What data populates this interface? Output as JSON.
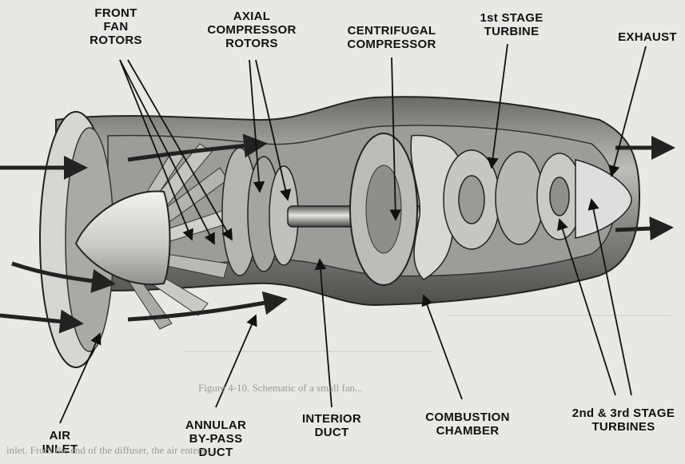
{
  "labels": {
    "front_fan_rotors": "FRONT\nFAN\nROTORS",
    "axial_compressor_rotors": "AXIAL\nCOMPRESSOR\nROTORS",
    "centrifugal_compressor": "CENTRIFUGAL\nCOMPRESSOR",
    "first_stage_turbine": "1st STAGE\nTURBINE",
    "exhaust": "EXHAUST",
    "air_inlet": "AIR\nINLET",
    "annular_bypass_duct": "ANNULAR\nBY-PASS\nDUCT",
    "interior_duct": "INTERIOR\nDUCT",
    "combustion_chamber": "COMBUSTION\nCHAMBER",
    "stage_turbines_2_3": "2nd & 3rd STAGE\nTURBINES"
  },
  "background_text": {
    "figure_caption": "Figure 4-10. Schematic of a small fan...",
    "body_line": "inlet. From the end of the diffuser, the air enters..."
  }
}
